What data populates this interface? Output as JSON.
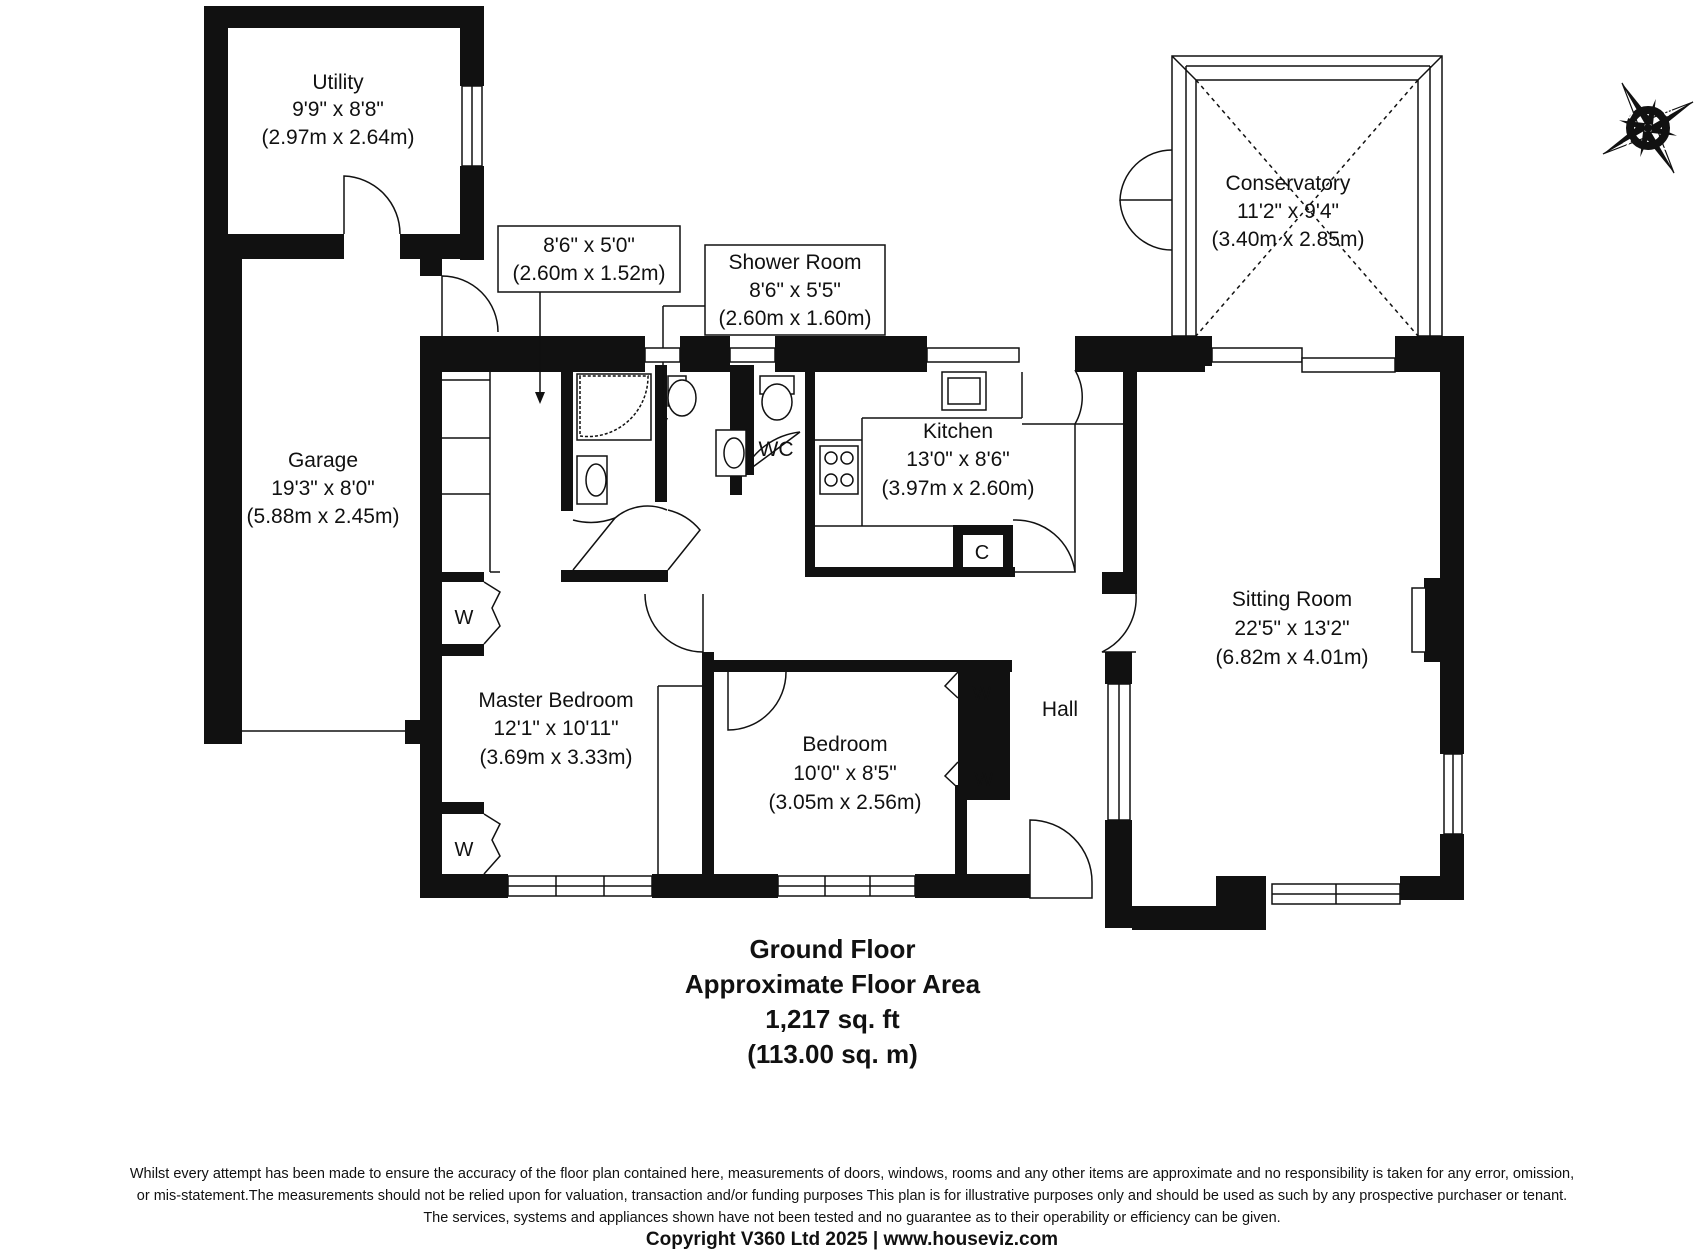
{
  "rooms": {
    "utility": {
      "name": "Utility",
      "imperial": "9'9\" x 8'8\"",
      "metric": "(2.97m x 2.64m)"
    },
    "garage": {
      "name": "Garage",
      "imperial": "19'3\" x 8'0\"",
      "metric": "(5.88m x 2.45m)"
    },
    "ensuite": {
      "imperial": "8'6\" x 5'0\"",
      "metric": "(2.60m x 1.52m)"
    },
    "shower_room": {
      "name": "Shower Room",
      "imperial": "8'6\" x 5'5\"",
      "metric": "(2.60m x 1.60m)"
    },
    "wc": {
      "name": "WC"
    },
    "kitchen": {
      "name": "Kitchen",
      "imperial": "13'0\" x 8'6\"",
      "metric": "(3.97m x 2.60m)"
    },
    "conservatory": {
      "name": "Conservatory",
      "imperial": "11'2\" x 9'4\"",
      "metric": "(3.40m x 2.85m)"
    },
    "sitting_room": {
      "name": "Sitting Room",
      "imperial": "22'5\" x 13'2\"",
      "metric": "(6.82m x 4.01m)"
    },
    "master_bedroom": {
      "name": "Master Bedroom",
      "imperial": "12'1\" x 10'11\"",
      "metric": "(3.69m x 3.33m)"
    },
    "bedroom": {
      "name": "Bedroom",
      "imperial": "10'0\" x 8'5\"",
      "metric": "(3.05m x 2.56m)"
    },
    "hall": {
      "name": "Hall"
    }
  },
  "markers": {
    "wardrobe": "W",
    "cupboard": "C"
  },
  "compass": {
    "letters": [
      "E",
      "S",
      "W",
      "N"
    ]
  },
  "summary": {
    "floor": "Ground Floor",
    "area_label": "Approximate Floor Area",
    "area_sqft": "1,217 sq. ft",
    "area_sqm": "(113.00 sq. m)"
  },
  "disclaimer": [
    "Whilst every attempt has been made to ensure the accuracy of the floor plan contained here, measurements of doors, windows, rooms and any other items are approximate and no responsibility is taken for any error, omission,",
    "or mis-statement.The measurements should not be relied upon for valuation, transaction and/or funding purposes This plan is for illustrative purposes only and should be used as such by any prospective purchaser or tenant.",
    "The services, systems and appliances shown have not been tested and no guarantee as to their operability or efficiency can be given."
  ],
  "copyright": "Copyright V360 Ltd 2025 | www.houseviz.com"
}
